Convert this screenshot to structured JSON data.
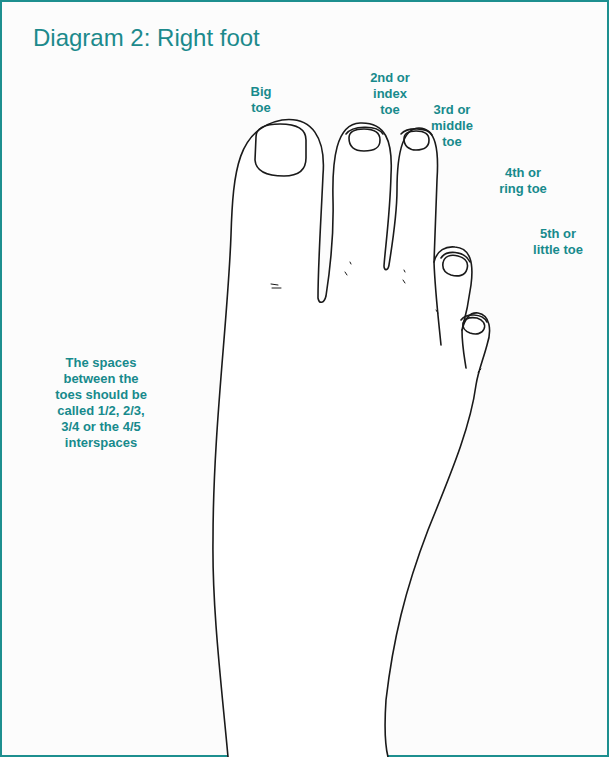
{
  "diagram": {
    "title": "Diagram 2: Right foot",
    "labels": [
      "Big toe",
      "2nd or index toe",
      "3rd or middle toe",
      "4th or ring toe",
      "5th or little toe",
      "The spaces between the toes should be called 1/2, 2/3, 3/4 or the 4/5 interspaces"
    ]
  }
}
